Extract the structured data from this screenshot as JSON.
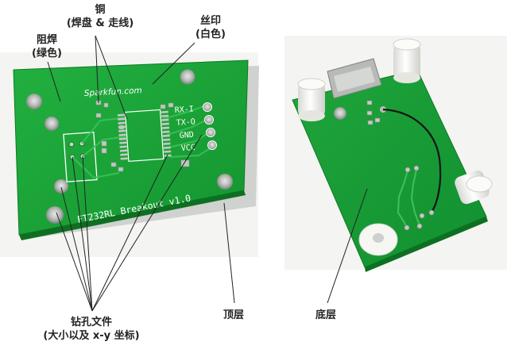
{
  "labels": {
    "copper_title": "铜",
    "copper_sub": "(焊盘 & 走线)",
    "silk_title": "丝印",
    "silk_sub": "(白色)",
    "mask_title": "阻焊",
    "mask_sub": "(绿色)",
    "drill_title": "钻孔文件",
    "drill_sub": "(大小以及 x-y 坐标)",
    "top_layer": "顶层",
    "bottom_layer": "底层"
  },
  "board_silkscreen": {
    "brand": "Sparkfun.com",
    "title": "FT232RL Breakout v1.0",
    "pins": [
      "RX-I",
      "TX-O",
      "GND",
      "VCC"
    ]
  },
  "colors": {
    "board_green": "#1aa338",
    "board_dark": "#0f7a26",
    "silk_white": "#ffffff",
    "pad_silver": "#c9ccc9",
    "wire_black": "#151515",
    "standoff_white": "#f3f3f0"
  }
}
